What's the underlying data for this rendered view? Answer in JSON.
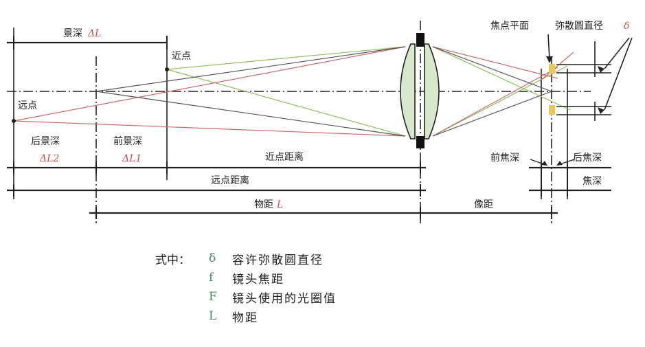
{
  "labels": {
    "depth_of_field": "景深",
    "depth_of_field_sym": "ΔL",
    "near_point": "近点",
    "far_point": "远点",
    "rear_dof": "后景深",
    "rear_dof_sym": "ΔL2",
    "front_dof": "前景深",
    "front_dof_sym": "ΔL1",
    "near_distance": "近点距离",
    "far_distance": "远点距离",
    "object_distance": "物距",
    "object_distance_sym": "L",
    "image_distance": "像距",
    "focal_plane": "焦点平面",
    "coc_diameter": "弥散圆直径",
    "coc_sym": "δ",
    "front_focal_depth": "前焦深",
    "rear_focal_depth": "后焦深",
    "focal_depth": "焦深"
  },
  "legend": {
    "lead": "式中：",
    "items": [
      {
        "symbol": "δ",
        "text": "容许弥散圆直径"
      },
      {
        "symbol": "f",
        "text": "镜头焦距"
      },
      {
        "symbol": "F",
        "text": "镜头使用的光圈值"
      },
      {
        "symbol": "L",
        "text": "物距"
      }
    ]
  },
  "colors": {
    "line": "#222222",
    "green_ray": "#8fbf5a",
    "red_ray": "#cc6a6a",
    "dark_ray": "#555555",
    "symbol_red": "#c0504d",
    "symbol_green": "#3f8f5a",
    "lens_fill": "#d6e9cc",
    "highlight": "#e8c85a"
  }
}
